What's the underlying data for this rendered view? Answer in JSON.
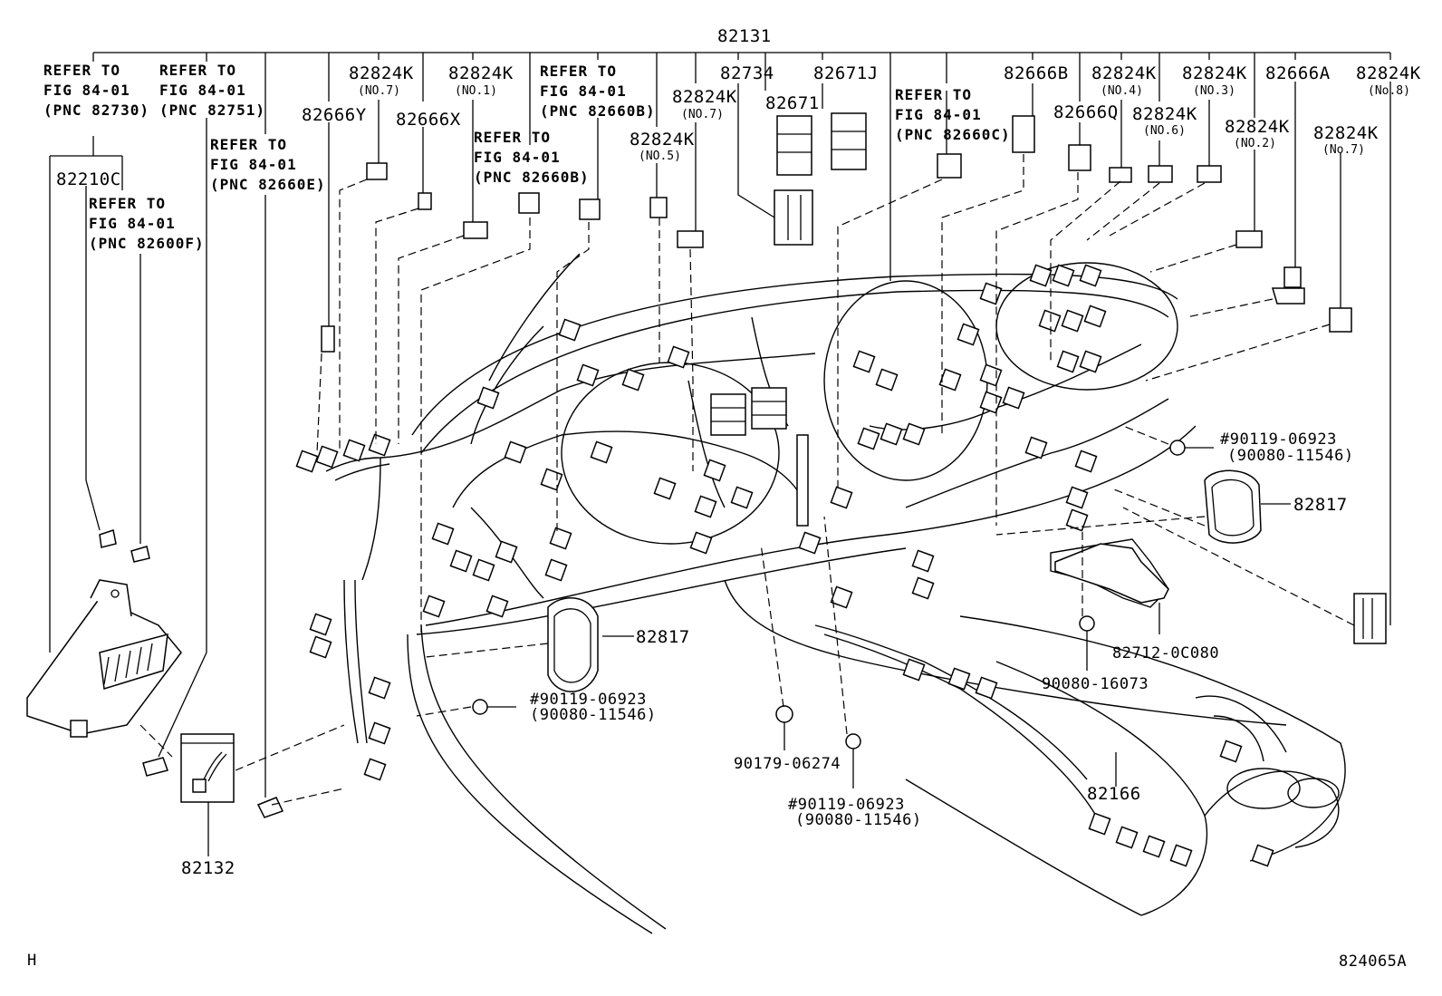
{
  "diagram": {
    "main_part": "82131",
    "labels": {
      "p82131": "82131",
      "p82210c": "82210C",
      "p82666y": "82666Y",
      "p82824k_a": "82824K",
      "p82824k_a_sub": "(NO.7)",
      "p82666x": "82666X",
      "p82824k_b": "82824K",
      "p82824k_b_sub": "(NO.1)",
      "p82824k_c": "82824K",
      "p82824k_c_sub": "(NO.7)",
      "p82824k_d": "82824K",
      "p82824k_d_sub": "(NO.5)",
      "p82734": "82734",
      "p82671": "82671",
      "p82671j": "82671J",
      "p82666b": "82666B",
      "p82666q": "82666Q",
      "p82824k_e": "82824K",
      "p82824k_e_sub": "(NO.4)",
      "p82824k_f": "82824K",
      "p82824k_f_sub": "(NO.6)",
      "p82824k_g": "82824K",
      "p82824k_g_sub": "(NO.3)",
      "p82824k_h": "82824K",
      "p82824k_h_sub": "(NO.2)",
      "p82666a": "82666A",
      "p82824k_i": "82824K",
      "p82824k_i_sub": "(No.8)",
      "p82824k_j": "82824K",
      "p82824k_j_sub": "(No.7)",
      "p82817_r": "82817",
      "p82817_l": "82817",
      "p82712": "82712-0C080",
      "p90080_16073": "90080-16073",
      "p82166": "82166",
      "p90179": "90179-06274",
      "p82132": "82132",
      "bolt_r_1": "#90119-06923",
      "bolt_r_2": "(90080-11546)",
      "bolt_l_1": "#90119-06923",
      "bolt_l_2": "(90080-11546)",
      "bolt_c_1": "#90119-06923",
      "bolt_c_2": "(90080-11546)"
    },
    "refer_notes": [
      {
        "line1": "REFER TO",
        "line2": "FIG 84-01",
        "line3": "(PNC 82730)"
      },
      {
        "line1": "REFER TO",
        "line2": "FIG 84-01",
        "line3": "(PNC 82751)"
      },
      {
        "line1": "REFER TO",
        "line2": "FIG 84-01",
        "line3": "(PNC 82660E)"
      },
      {
        "line1": "REFER TO",
        "line2": "FIG 84-01",
        "line3": "(PNC 82600F)"
      },
      {
        "line1": "REFER TO",
        "line2": "FIG 84-01",
        "line3": "(PNC 82660B)"
      },
      {
        "line1": "REFER TO",
        "line2": "FIG 84-01",
        "line3": "(PNC 82660B)"
      },
      {
        "line1": "REFER TO",
        "line2": "FIG 84-01",
        "line3": "(PNC 82660C)"
      }
    ],
    "corner_left": "H",
    "figure_code": "824065A"
  }
}
